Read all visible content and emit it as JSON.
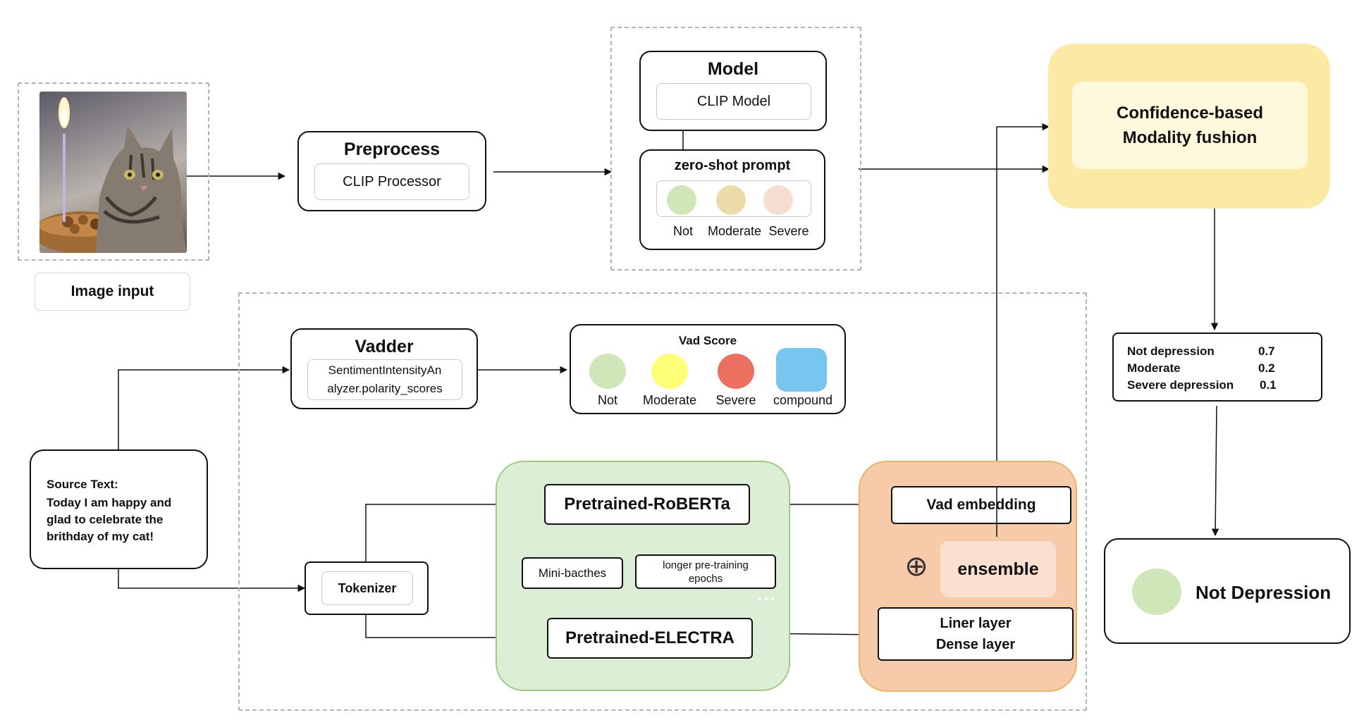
{
  "image_input": {
    "label": "Image input",
    "image_icon": "cat-birthday-photo"
  },
  "preprocess": {
    "title": "Preprocess",
    "inner": "CLIP Processor"
  },
  "model": {
    "title": "Model",
    "inner": "CLIP Model"
  },
  "zero_shot": {
    "title": "zero-shot prompt",
    "options": [
      {
        "label": "Not",
        "color": "#cfe6b8"
      },
      {
        "label": "Moderate",
        "color": "#ecdcaa"
      },
      {
        "label": "Severe",
        "color": "#f5ddd0"
      }
    ]
  },
  "fusion": {
    "line1": "Confidence-based",
    "line2": "Modality fushion"
  },
  "result_scores": {
    "rows": [
      {
        "label": "Not depression",
        "value": "0.7"
      },
      {
        "label": "Moderate",
        "value": "0.2"
      },
      {
        "label": "Severe depression",
        "value": "0.1"
      }
    ]
  },
  "final": {
    "label": "Not Depression",
    "color": "#cfe6b8"
  },
  "vadder": {
    "title": "Vadder",
    "inner_line1": "SentimentIntensityAn",
    "inner_line2": "alyzer.polarity_scores"
  },
  "vad_score": {
    "title": "Vad Score",
    "items": [
      {
        "label": "Not",
        "color": "#cfe6b8"
      },
      {
        "label": "Moderate",
        "color": "#ffff77"
      },
      {
        "label": "Severe",
        "color": "#ec7060"
      },
      {
        "label": "compound",
        "color": "#76c6f0"
      }
    ]
  },
  "source_text": {
    "label": "Source Text:",
    "line1": "Today I am happy and",
    "line2": "glad to celebrate the",
    "line3": "brithday of my cat!"
  },
  "tokenizer": {
    "label": "Tokenizer"
  },
  "roberta": {
    "label": "Pretrained-RoBERTa"
  },
  "minibatches": {
    "label": "Mini-bacthes"
  },
  "longer_epochs": {
    "line1": "longer pre-training",
    "line2": "epochs"
  },
  "ellipsis": "...",
  "electra": {
    "label": "Pretrained-ELECTRA"
  },
  "vad_embedding": {
    "label": "Vad embedding"
  },
  "plus_symbol": "⊕",
  "ensemble": {
    "label": "ensemble"
  },
  "dense": {
    "line1": "Liner layer",
    "line2": "Dense layer"
  },
  "colors": {
    "fusion_outer": "#fbe9a4",
    "fusion_inner": "#fef8dc",
    "green_region": "#dcefd6",
    "orange_region": "#f7cba9",
    "ensemble_bg": "#fbe0d0"
  }
}
